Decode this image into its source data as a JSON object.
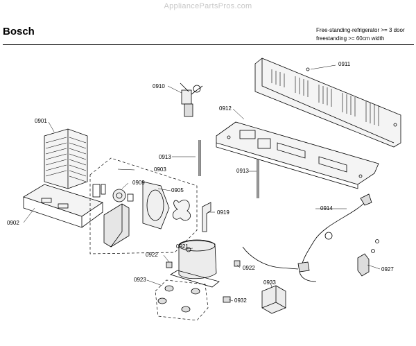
{
  "watermark": "AppliancePartsPros.com",
  "header": {
    "brand": "Bosch",
    "description_line1": "Free-standing-refrigerator >= 3 door",
    "description_line2": "freestanding >= 60cm width"
  },
  "parts": [
    {
      "id": "0901",
      "label": "0901"
    },
    {
      "id": "0902",
      "label": "0902"
    },
    {
      "id": "0903",
      "label": "0903"
    },
    {
      "id": "0905",
      "label": "0905"
    },
    {
      "id": "0909",
      "label": "0909"
    },
    {
      "id": "0910",
      "label": "0910"
    },
    {
      "id": "0911",
      "label": "0911"
    },
    {
      "id": "0912",
      "label": "0912"
    },
    {
      "id": "0913a",
      "label": "0913"
    },
    {
      "id": "0913b",
      "label": "0913"
    },
    {
      "id": "0914",
      "label": "0914"
    },
    {
      "id": "0919",
      "label": "0919"
    },
    {
      "id": "0921",
      "label": "0921"
    },
    {
      "id": "0922a",
      "label": "0922"
    },
    {
      "id": "0922b",
      "label": "0922"
    },
    {
      "id": "0923",
      "label": "0923"
    },
    {
      "id": "0927",
      "label": "0927"
    },
    {
      "id": "0932",
      "label": "0932"
    },
    {
      "id": "0933",
      "label": "0933"
    }
  ]
}
